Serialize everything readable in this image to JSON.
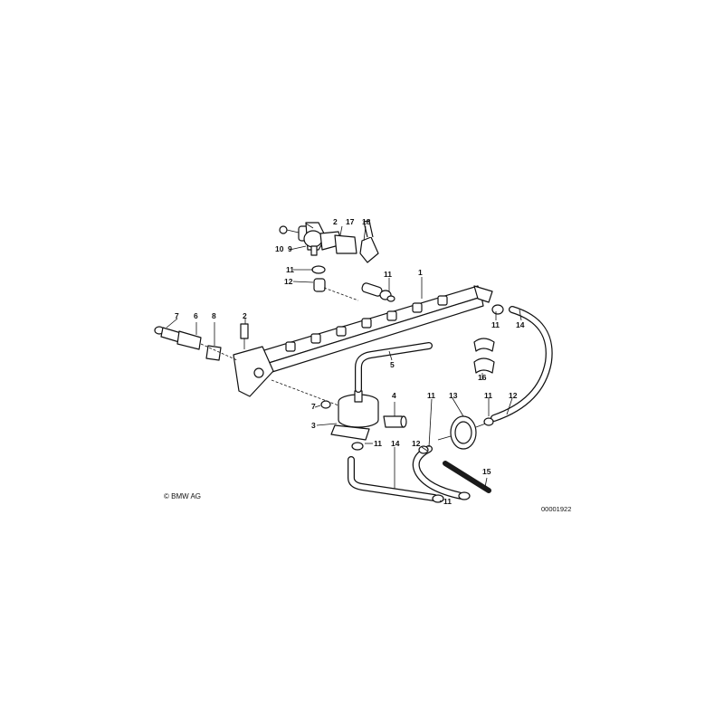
{
  "diagram": {
    "copyright": "© BMW AG",
    "diagram_id": "00001922",
    "callouts": {
      "n1": "1",
      "n2a": "2",
      "n2b": "2",
      "n3": "3",
      "n4": "4",
      "n5": "5",
      "n6": "6",
      "n7a": "7",
      "n7b": "7",
      "n8": "8",
      "n9": "9",
      "n10": "10",
      "n11a": "11",
      "n11b": "11",
      "n11c": "11",
      "n11d": "11",
      "n11e": "11",
      "n11f": "11",
      "n11g": "11",
      "n12a": "12",
      "n12b": "12",
      "n12c": "12",
      "n13": "13",
      "n14a": "14",
      "n14b": "14",
      "n15": "15",
      "n16": "16",
      "n17": "17",
      "n18": "18"
    }
  }
}
